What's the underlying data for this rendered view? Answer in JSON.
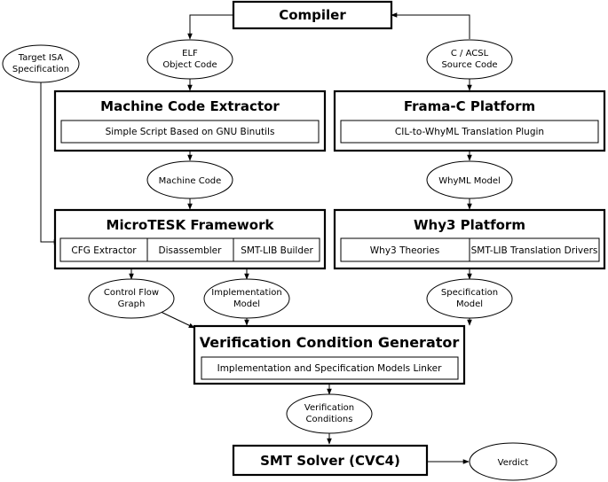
{
  "compiler": "Compiler",
  "ellipses": {
    "target_isa": [
      "Target ISA",
      "Specification"
    ],
    "elf": [
      "ELF",
      "Object Code"
    ],
    "c_acsl": [
      "C / ACSL",
      "Source Code"
    ],
    "machine_code": [
      "Machine Code"
    ],
    "whyml_model": [
      "WhyML Model"
    ],
    "cfg": [
      "Control Flow",
      "Graph"
    ],
    "impl_model": [
      "Implementation",
      "Model"
    ],
    "spec_model": [
      "Specification",
      "Model"
    ],
    "vc": [
      "Verification",
      "Conditions"
    ],
    "verdict": [
      "Verdict"
    ]
  },
  "boxes": {
    "mce": {
      "title": "Machine Code Extractor",
      "sub": "Simple Script Based on GNU Binutils"
    },
    "frama": {
      "title": "Frama-C Platform",
      "sub": "CIL-to-WhyML Translation Plugin"
    },
    "microtesk": {
      "title": "MicroTESK Framework",
      "cells": [
        "CFG Extractor",
        "Disassembler",
        "SMT-LIB Builder"
      ]
    },
    "why3": {
      "title": "Why3 Platform",
      "cells": [
        "Why3 Theories",
        "SMT-LIB Translation Drivers"
      ]
    },
    "vcg": {
      "title": "Verification Condition Generator",
      "sub": "Implementation and Specification Models Linker"
    },
    "smt": {
      "title": "SMT Solver (CVC4)"
    }
  }
}
